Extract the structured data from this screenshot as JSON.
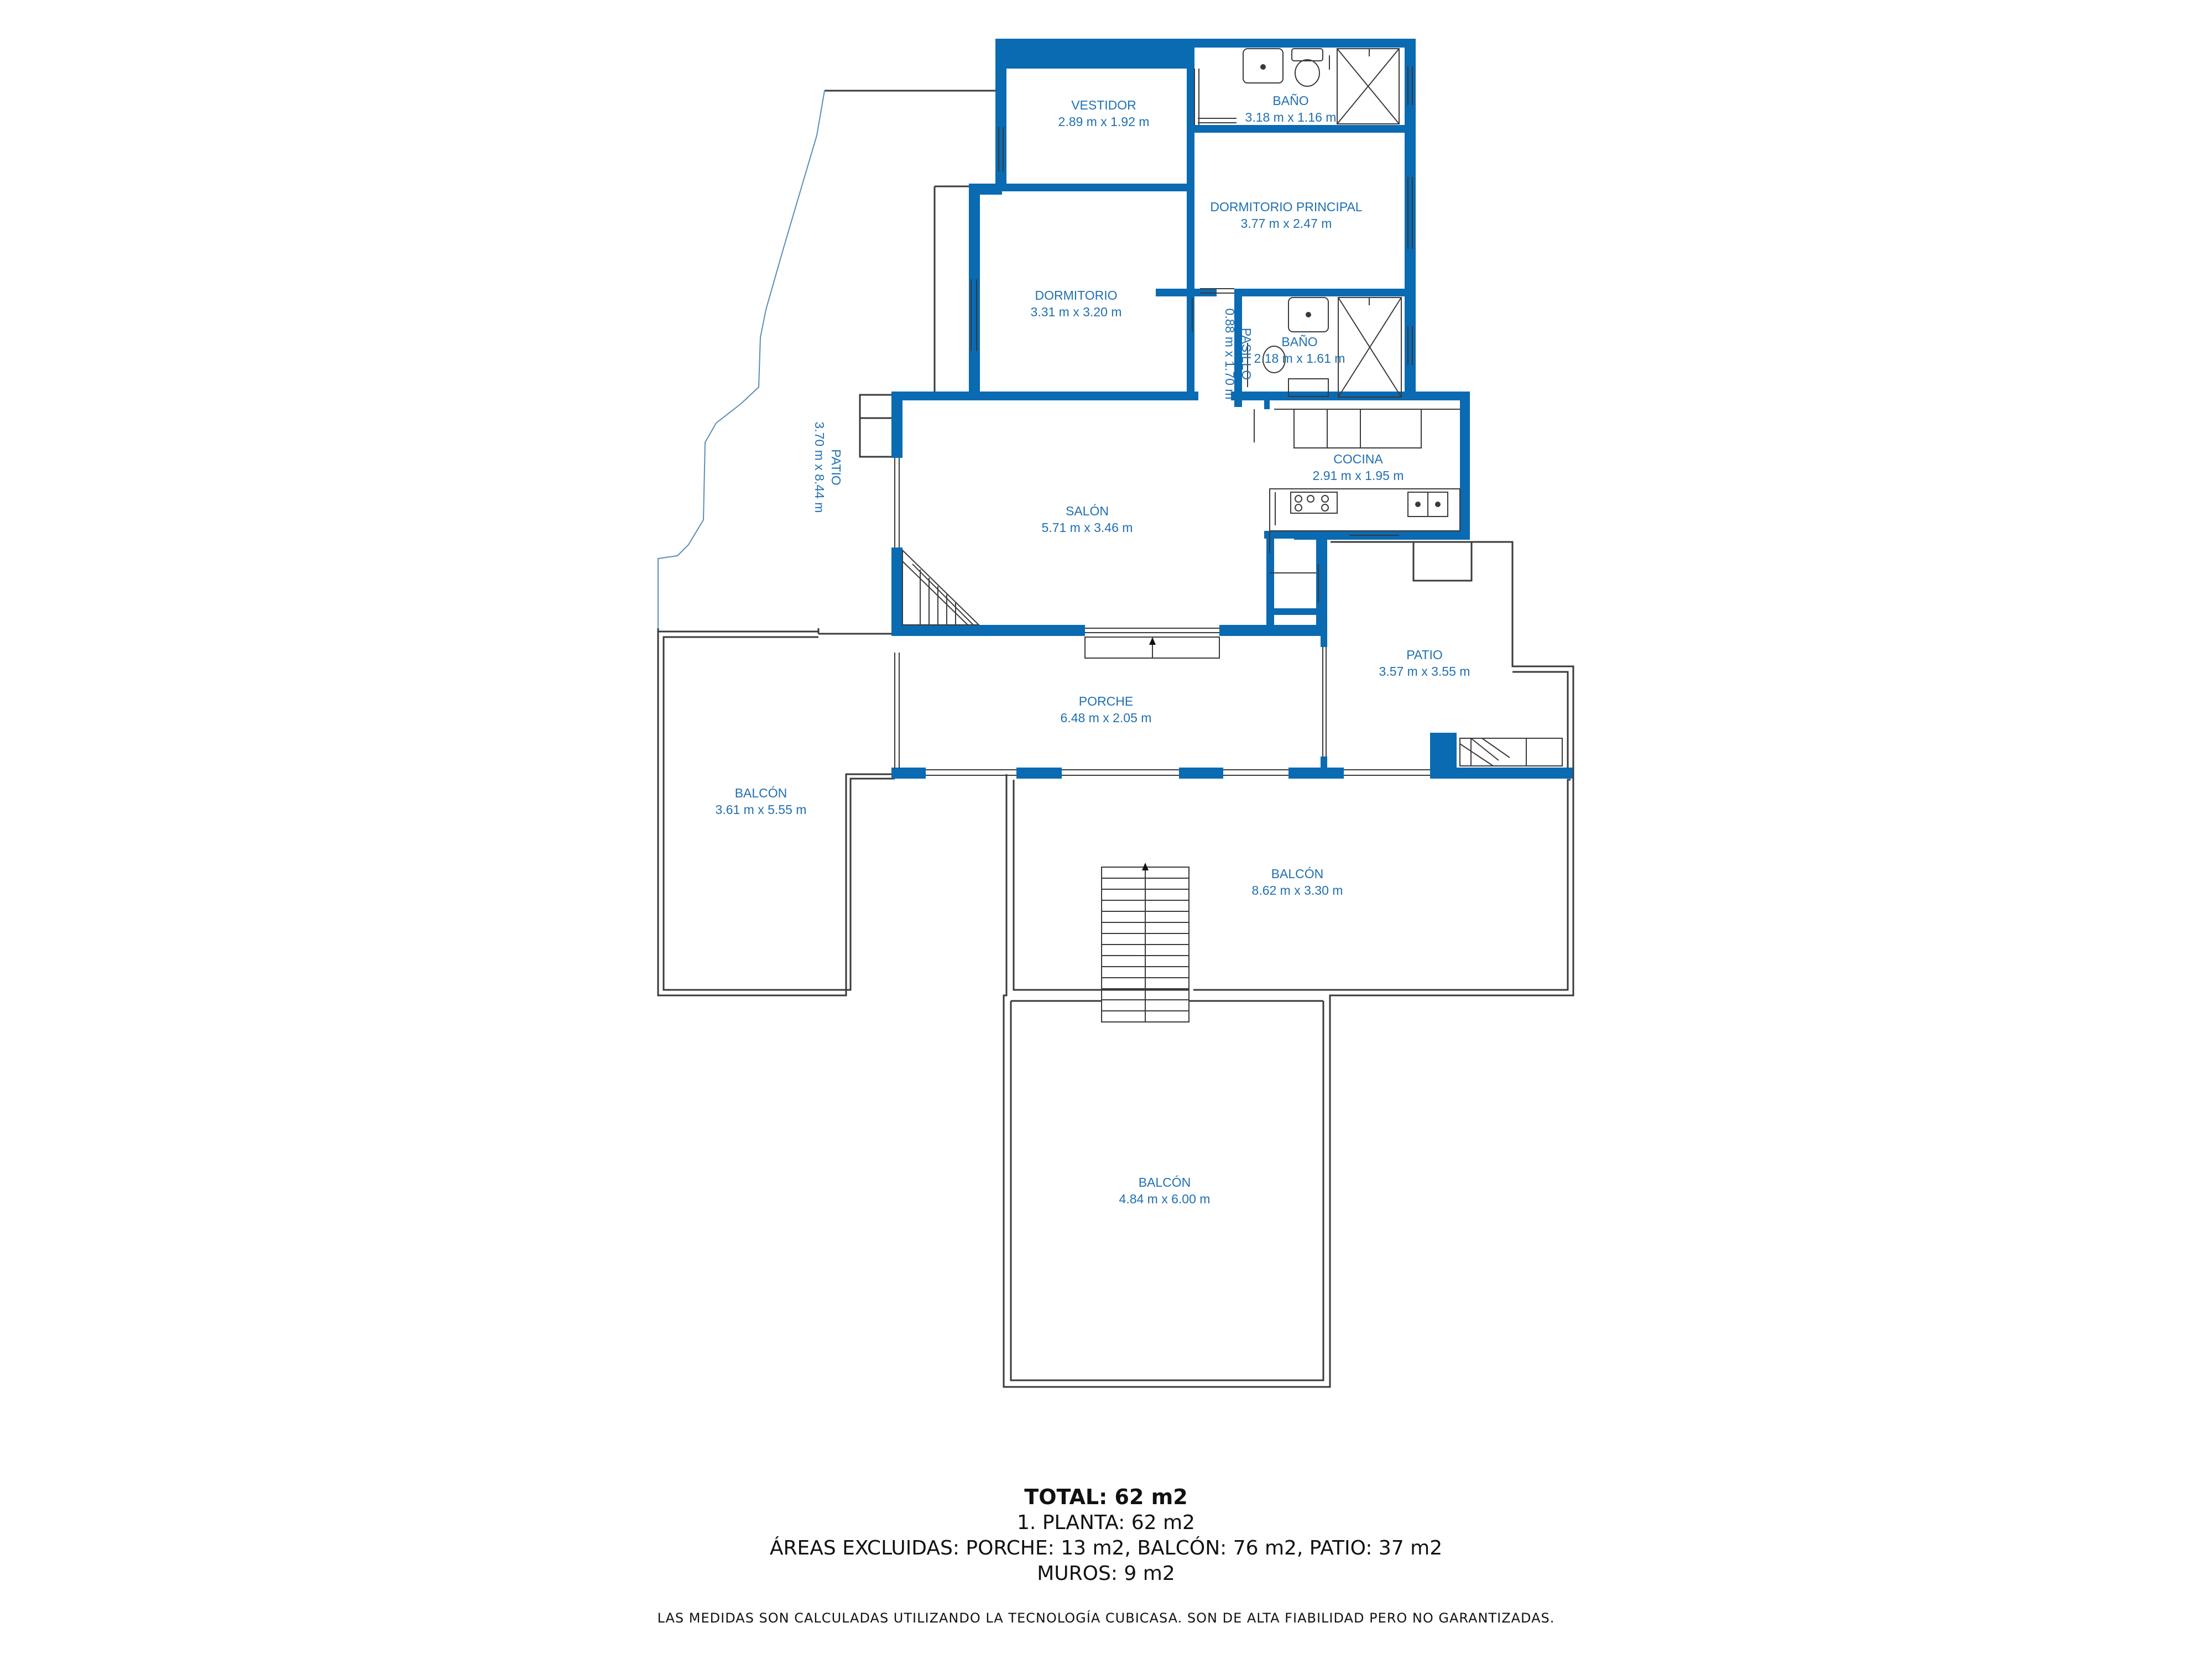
{
  "colors": {
    "wall": "#0a6ab2",
    "thin_line": "#3a3a3a",
    "label": "#1f6fb2",
    "text": "#111111"
  },
  "rooms": {
    "vestidor": {
      "name": "VESTIDOR",
      "dims": "2.89 m x 1.92 m"
    },
    "bano_1": {
      "name": "BAÑO",
      "dims": "3.18 m x 1.16 m"
    },
    "dormitorio_principal": {
      "name": "DORMITORIO PRINCIPAL",
      "dims": "3.77 m x 2.47 m"
    },
    "dormitorio": {
      "name": "DORMITORIO",
      "dims": "3.31 m x 3.20 m"
    },
    "pasillo": {
      "name": "PASILLO",
      "dims": "0.88 m x 1.70 m"
    },
    "bano_2": {
      "name": "BAÑO",
      "dims": "2.18 m x 1.61 m"
    },
    "patio_west": {
      "name": "PATIO",
      "dims": "3.70 m x 8.44 m"
    },
    "cocina": {
      "name": "COCINA",
      "dims": "2.91 m x 1.95 m"
    },
    "salon": {
      "name": "SALÓN",
      "dims": "5.71 m x 3.46 m"
    },
    "patio_east": {
      "name": "PATIO",
      "dims": "3.57 m x 3.55 m"
    },
    "porche": {
      "name": "PORCHE",
      "dims": "6.48 m x 2.05 m"
    },
    "balcon_west": {
      "name": "BALCÓN",
      "dims": "3.61 m x 5.55 m"
    },
    "balcon_middle": {
      "name": "BALCÓN",
      "dims": "8.62 m x 3.30 m"
    },
    "balcon_south": {
      "name": "BALCÓN",
      "dims": "4.84 m x 6.00 m"
    }
  },
  "summary": {
    "total": "TOTAL: 62 m2",
    "floor": "1. PLANTA: 62 m2",
    "excluded": "ÁREAS EXCLUIDAS: PORCHE: 13 m2, BALCÓN: 76 m2, PATIO: 37 m2",
    "walls": "MUROS: 9 m2",
    "disclaimer": "LAS MEDIDAS SON CALCULADAS UTILIZANDO LA TECNOLOGÍA CUBICASA. SON DE ALTA FIABILIDAD PERO NO GARANTIZADAS."
  }
}
